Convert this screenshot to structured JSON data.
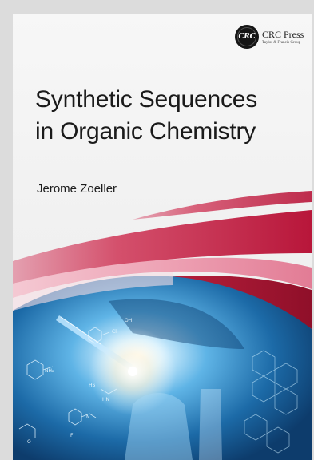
{
  "cover": {
    "title_lines": [
      "Synthetic Sequences",
      "in Organic Chemistry"
    ],
    "author": "Jerome Zoeller",
    "publisher": {
      "seal_text": "CRC",
      "name": "CRC Press",
      "subtitle": "Taylor & Francis Group"
    },
    "molecule_labels": [
      "NH₂",
      "HS",
      "HN",
      "N",
      "Cl",
      "OH",
      "F",
      "O"
    ]
  },
  "colors": {
    "accent_red": "#c2243f",
    "accent_pink": "#e98ca2",
    "image_blue": "#2f8fc7"
  }
}
